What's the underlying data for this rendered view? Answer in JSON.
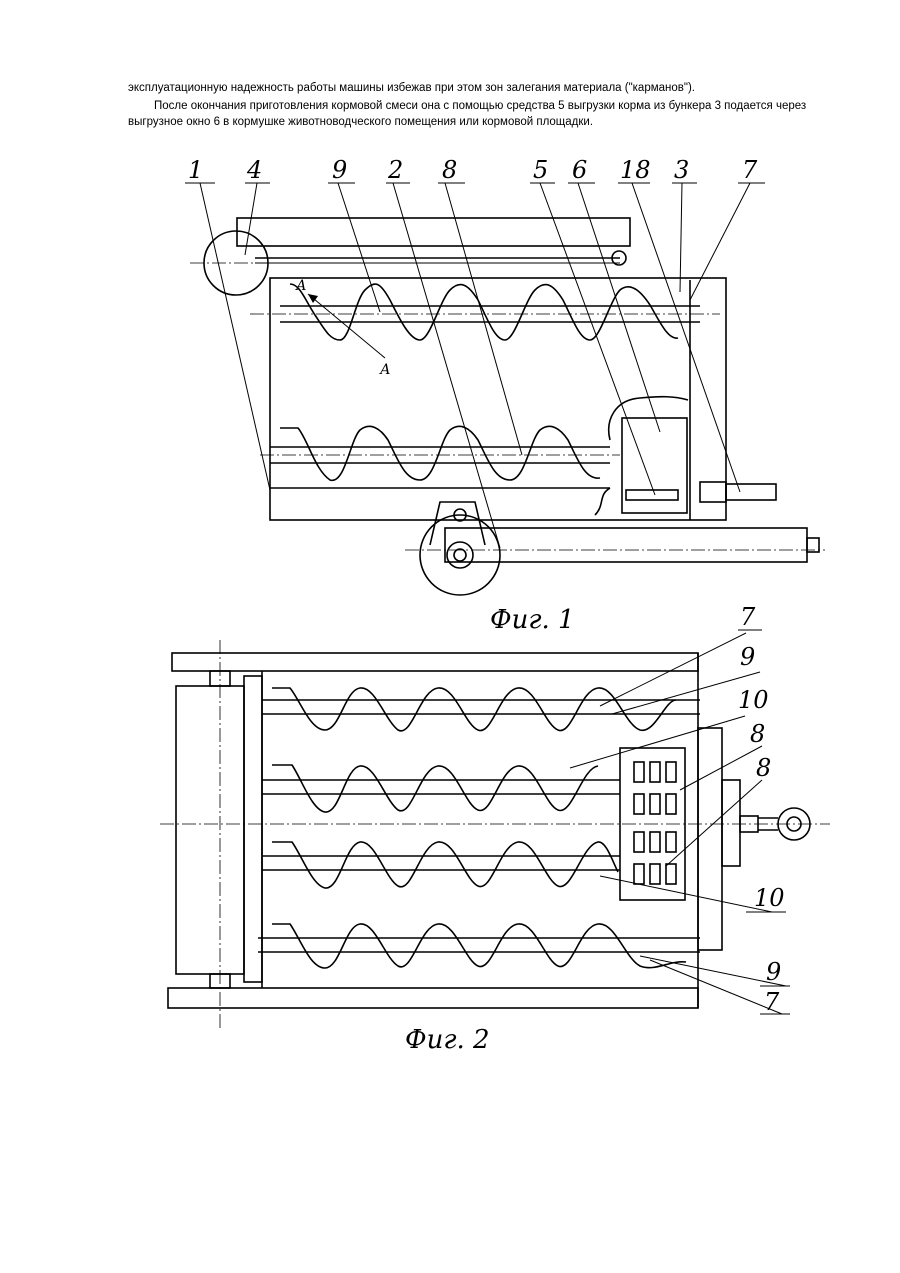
{
  "text": {
    "paragraph1": "эксплуатационную надежность работы машины избежав при этом зон залегания материала (\"карманов\").",
    "paragraph2": "После окончания приготовления кормовой смеси она с помощью средства 5 выгрузки корма из бункера 3 подается через выгрузное окно 6 в кормушке животноводческого помещения или кормовой площадки."
  },
  "figure1": {
    "caption": "Фиг. 1",
    "labels": [
      "1",
      "4",
      "9",
      "2",
      "8",
      "5",
      "6",
      "18",
      "3",
      "7"
    ],
    "section_marks": [
      "А",
      "А"
    ]
  },
  "figure2": {
    "caption": "Фиг. 2",
    "labels": [
      "7",
      "9",
      "10",
      "8",
      "8",
      "10",
      "9",
      "7"
    ]
  }
}
